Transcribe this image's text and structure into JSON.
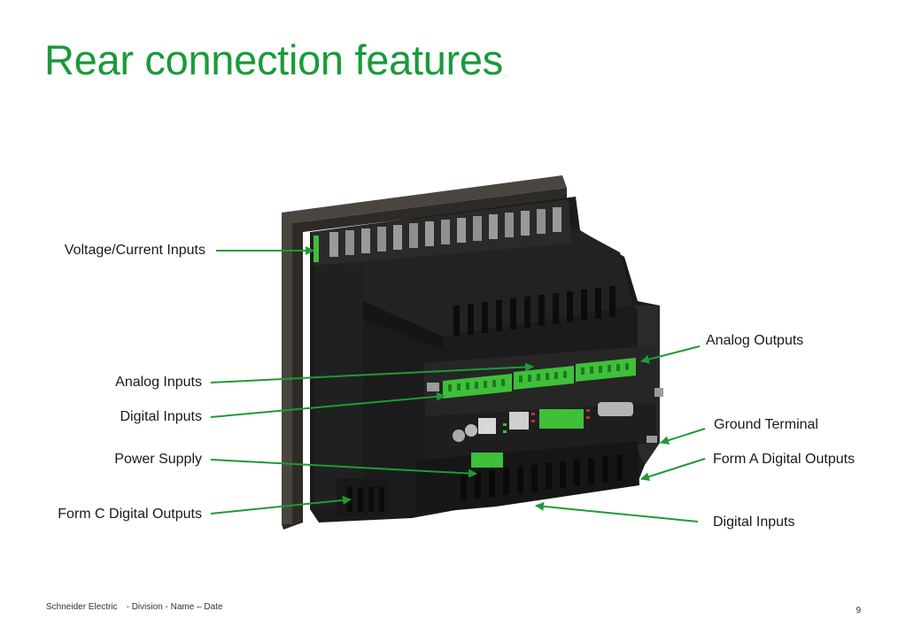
{
  "slide": {
    "title": "Rear connection features",
    "page_number": "9"
  },
  "labels": {
    "voltage_current_inputs": "Voltage/Current Inputs",
    "analog_inputs": "Analog Inputs",
    "digital_inputs_left": "Digital Inputs",
    "power_supply": "Power Supply",
    "form_c_digital_outputs": "Form C Digital Outputs",
    "analog_outputs": "Analog Outputs",
    "ground_terminal": "Ground Terminal",
    "form_a_digital_outputs": "Form A Digital Outputs",
    "digital_inputs_bottom": "Digital Inputs"
  },
  "footer": {
    "company": "Schneider Electric",
    "division": "- Division - Name – Date"
  },
  "colors": {
    "title": "#1a9a3c",
    "arrow": "#1f9a36",
    "connector": "#3fbf3a",
    "housing": "#141414"
  }
}
